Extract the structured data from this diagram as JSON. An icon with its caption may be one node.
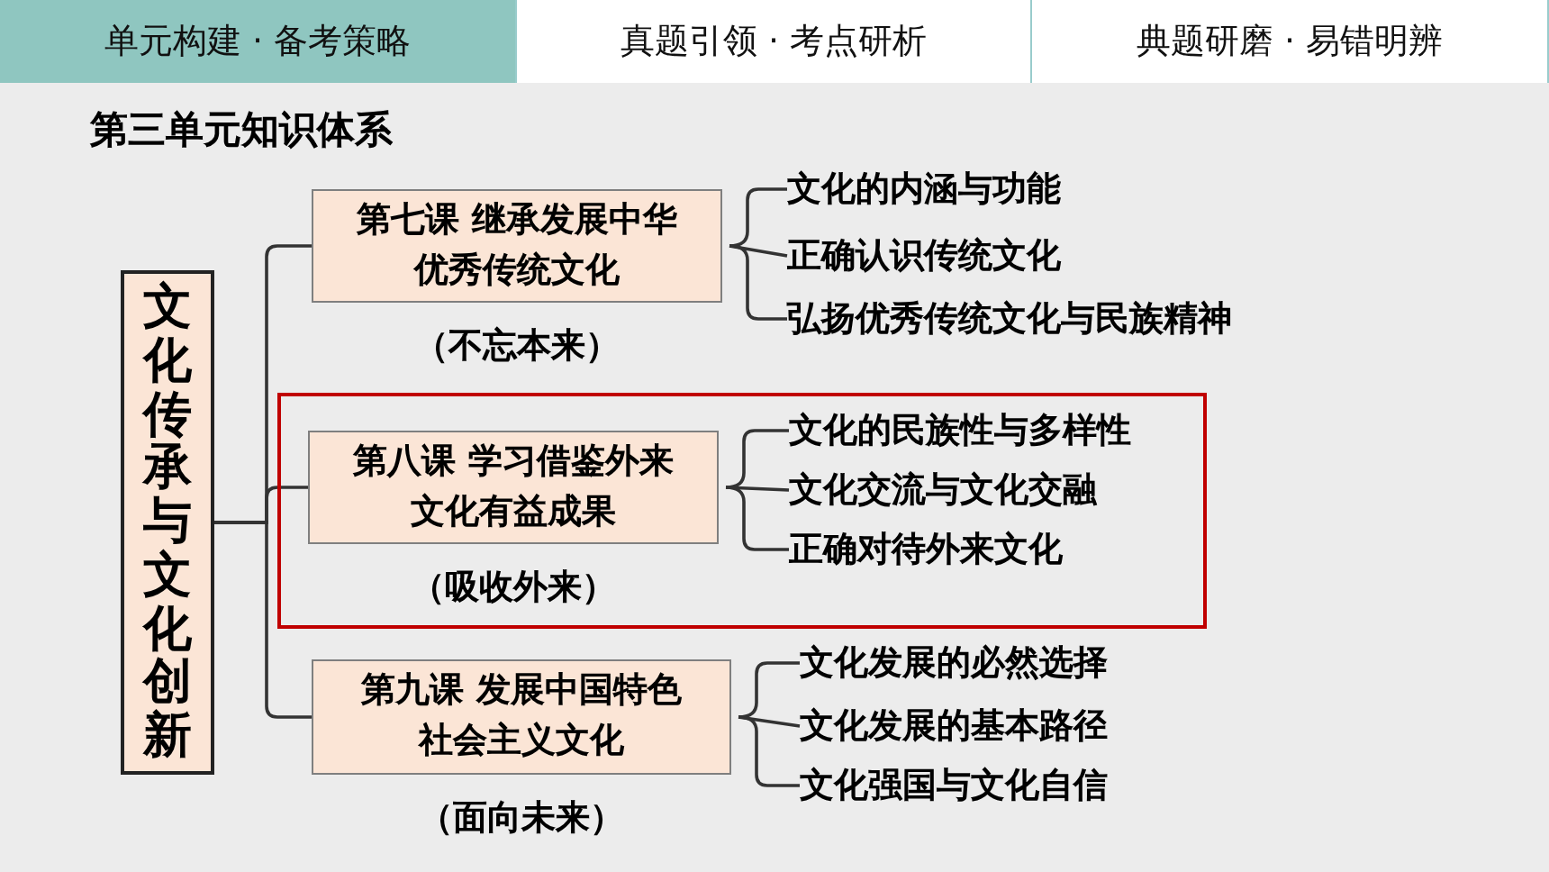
{
  "diagram": {
    "title": "第三单元知识体系",
    "nodes": [
      {
        "text": [
          "单元构建 · 备考策略"
        ]
      },
      {
        "text": [
          "真题引领 · 考点研析"
        ]
      },
      {
        "text": [
          "典题研磨 · 易错明辨"
        ]
      },
      {
        "text": [
          "文化传承与文化创新"
        ]
      },
      {
        "text": [
          "第七课 继承发展中华优秀传统文化"
        ],
        "beside": [
          "（不忘本来）"
        ]
      },
      {
        "text": [
          "文化的内涵与功能"
        ]
      },
      {
        "text": [
          "正确认识传统文化"
        ]
      },
      {
        "text": [
          "弘扬优秀传统文化与民族精神"
        ]
      },
      {
        "text": [],
        "shape": "box"
      },
      {
        "text": [
          "第八课 学习借鉴外来文化有益成果"
        ],
        "beside": [
          "（吸收外来）"
        ],
        "in": 8
      },
      {
        "text": [
          "文化的民族性与多样性"
        ],
        "in": 8
      },
      {
        "text": [
          "文化交流与文化交融"
        ],
        "in": 8
      },
      {
        "text": [
          "正确对待外来文化"
        ],
        "in": 8
      },
      {
        "text": [
          "第九课 发展中国特色社会主义文化"
        ],
        "beside": [
          "（面向未来）"
        ]
      },
      {
        "text": [
          "文化发展的必然选择"
        ]
      },
      {
        "text": [
          "文化发展的基本路径"
        ]
      },
      {
        "text": [
          "文化强国与文化自信"
        ]
      }
    ],
    "edges": [
      {
        "from": 3,
        "to": 4,
        "arrow": "none"
      },
      {
        "from": 3,
        "to": 9,
        "arrow": "none"
      },
      {
        "from": 3,
        "to": 13,
        "arrow": "none"
      },
      {
        "from": 4,
        "to": 5,
        "arrow": "none"
      },
      {
        "from": 4,
        "to": 6,
        "arrow": "none"
      },
      {
        "from": 4,
        "to": 7,
        "arrow": "none"
      },
      {
        "from": 9,
        "to": 10,
        "arrow": "none"
      },
      {
        "from": 9,
        "to": 11,
        "arrow": "none"
      },
      {
        "from": 9,
        "to": 12,
        "arrow": "none"
      },
      {
        "from": 13,
        "to": 14,
        "arrow": "none"
      },
      {
        "from": 13,
        "to": 15,
        "arrow": "none"
      },
      {
        "from": 13,
        "to": 16,
        "arrow": "none"
      }
    ]
  }
}
